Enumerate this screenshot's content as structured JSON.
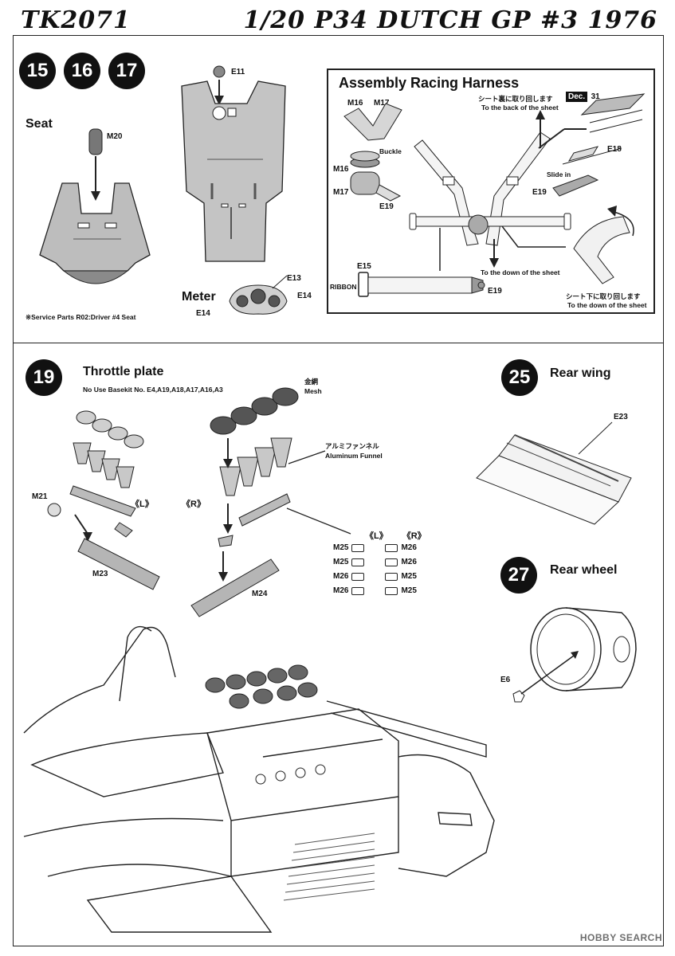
{
  "header": {
    "code": "TK2071",
    "title": "1/20 P34 DUTCH GP #3 1976"
  },
  "steps_top": [
    "15",
    "16",
    "17"
  ],
  "seat": {
    "title": "Seat",
    "part": "M20",
    "note": "※Service Parts R02:Driver #4 Seat"
  },
  "cockpit": {
    "part": "E11"
  },
  "meter": {
    "title": "Meter",
    "parts": [
      "E13",
      "E14",
      "E14"
    ]
  },
  "harness": {
    "title": "Assembly Racing Harness",
    "parts_top": [
      "M16",
      "M17"
    ],
    "buckle": "Buckle",
    "parts_left": [
      "M16",
      "M17"
    ],
    "e19_a": "E19",
    "dec_badge": "Dec.",
    "dec_num": "31",
    "sheet_back_jp": "シート裏に取り回します",
    "sheet_back_en": "To the back of the sheet",
    "e18": "E18",
    "slide_in": "Slide in",
    "e19_b": "E19",
    "down_sheet_a": "To the down of the sheet",
    "e15": "E15",
    "ribbon": "RIBBON",
    "e19_c": "E19",
    "sheet_down_jp": "シート下に取り回します",
    "sheet_down_en": "To the down of the sheet"
  },
  "throttle": {
    "step": "19",
    "title": "Throttle plate",
    "note": "No Use Basekit No. E4,A19,A18,A17,A16,A3",
    "mesh_jp": "金網",
    "mesh_en": "Mesh",
    "funnel_jp": "アルミファンネル",
    "funnel_en": "Aluminum Funnel",
    "left_label": "《L》",
    "right_label": "《R》",
    "m21": "M21",
    "m23": "M23",
    "m24": "M24",
    "table_head_l": "《L》",
    "table_head_r": "《R》",
    "table_rows": [
      {
        "left": "M25",
        "right": "M26"
      },
      {
        "left": "M25",
        "right": "M26"
      },
      {
        "left": "M26",
        "right": "M25"
      },
      {
        "left": "M26",
        "right": "M25"
      }
    ]
  },
  "rear_wing": {
    "step": "25",
    "title": "Rear wing",
    "part": "E23"
  },
  "rear_wheel": {
    "step": "27",
    "title": "Rear wheel",
    "part": "E6"
  },
  "watermark": "HOBBY SEARCH"
}
